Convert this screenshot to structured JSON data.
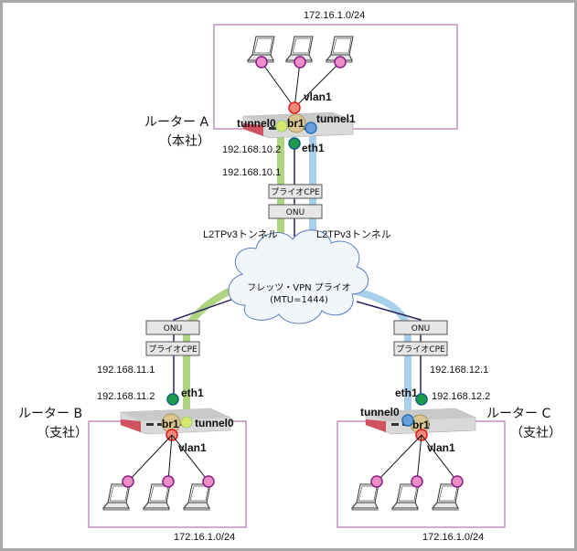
{
  "title": "L2TPv3 over フレッツ・VPN プライオ network diagram",
  "colors": {
    "tunnel0_line": "#aed381",
    "tunnel1_line": "#a9d0ea",
    "physical_line": "#2b2361",
    "lan_box_border": "#a25ba0",
    "vlan_node": "#ef8b76",
    "vlan_node_border": "#e8141b",
    "eth_node": "#1e9a4a",
    "eth_node_border": "#0e5f86",
    "tunnel0_node": "#d8e86a",
    "tunnel1_node": "#6b9fd8",
    "br_node": "#d9c58f",
    "pc_node": "#ee8ec9",
    "pc_node_border": "#8a1a8a",
    "cloud_fill": "#f1f6fb",
    "cloud_border": "#5b7cc2"
  },
  "cloud": {
    "line1": "フレッツ・VPN プライオ",
    "line2": "(MTU=1444)"
  },
  "tunnel_labels": {
    "left": "L2TPv3トンネル",
    "right": "L2TPv3トンネル"
  },
  "routers": {
    "a": {
      "name": "ルーター A",
      "role": "（本社）",
      "lan": "172.16.1.0/24",
      "vlan": "vlan1",
      "bridge": "br1",
      "tunnel0": "tunnel0",
      "tunnel1": "tunnel1",
      "eth": "eth1",
      "eth_ip": "192.168.10.2",
      "cpe_ip": "192.168.10.1",
      "cpe_label": "プライオCPE",
      "onu_label": "ONU"
    },
    "b": {
      "name": "ルーター B",
      "role": "（支社）",
      "lan": "172.16.1.0/24",
      "vlan": "vlan1",
      "bridge": "br1",
      "tunnel0": "tunnel0",
      "eth": "eth1",
      "eth_ip": "192.168.11.2",
      "cpe_ip": "192.168.11.1",
      "cpe_label": "プライオCPE",
      "onu_label": "ONU"
    },
    "c": {
      "name": "ルーター C",
      "role": "（支社）",
      "lan": "172.16.1.0/24",
      "vlan": "vlan1",
      "bridge": "br1",
      "tunnel0": "tunnel0",
      "eth": "eth1",
      "eth_ip": "192.168.12.2",
      "cpe_ip": "192.168.12.1",
      "cpe_label": "プライオCPE",
      "onu_label": "ONU"
    }
  }
}
